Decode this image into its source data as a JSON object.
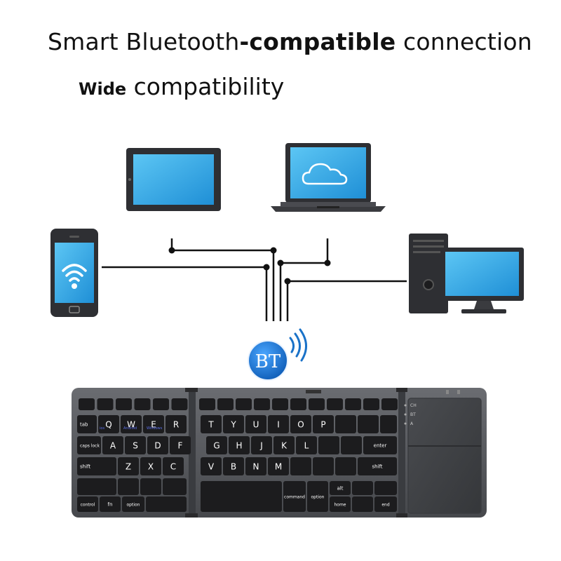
{
  "headline": {
    "part1": "Smart Bluetooth",
    "part2": "-compatible",
    "part3": " connection"
  },
  "subline": {
    "part1": "Wide",
    "part2": " compatibility"
  },
  "bt_badge": "BT",
  "colors": {
    "screen_blue": "#29a8e6",
    "device_dark": "#2e2f33",
    "bt_blue": "#1a72c8",
    "keyboard_body": "#55575c",
    "key": "#1c1c1e",
    "fn_legend": "#5a6ee8"
  },
  "icons": [
    "wifi-icon",
    "cloud-icon",
    "bluetooth-signal-icon"
  ],
  "keyboard": {
    "row1": [
      "Q",
      "W",
      "E",
      "R",
      "T",
      "Y",
      "U",
      "I",
      "O",
      "P"
    ],
    "row2": [
      "A",
      "S",
      "D",
      "F",
      "G",
      "H",
      "J",
      "K",
      "L"
    ],
    "row3": [
      "Z",
      "X",
      "C",
      "V",
      "B",
      "N",
      "M"
    ],
    "mods": {
      "tab": "tab",
      "caps": "caps lock",
      "shift_left": "shift",
      "shift_right": "shift",
      "enter": "enter",
      "control": "control",
      "fn": "fn",
      "option_left": "option",
      "command": "command",
      "option_right": "option",
      "alt": "alt",
      "home": "home",
      "end": "end"
    },
    "fn_legends": [
      "ios",
      "Android",
      "Windows"
    ],
    "pair_labels": [
      "CH",
      "BT",
      "A"
    ]
  }
}
